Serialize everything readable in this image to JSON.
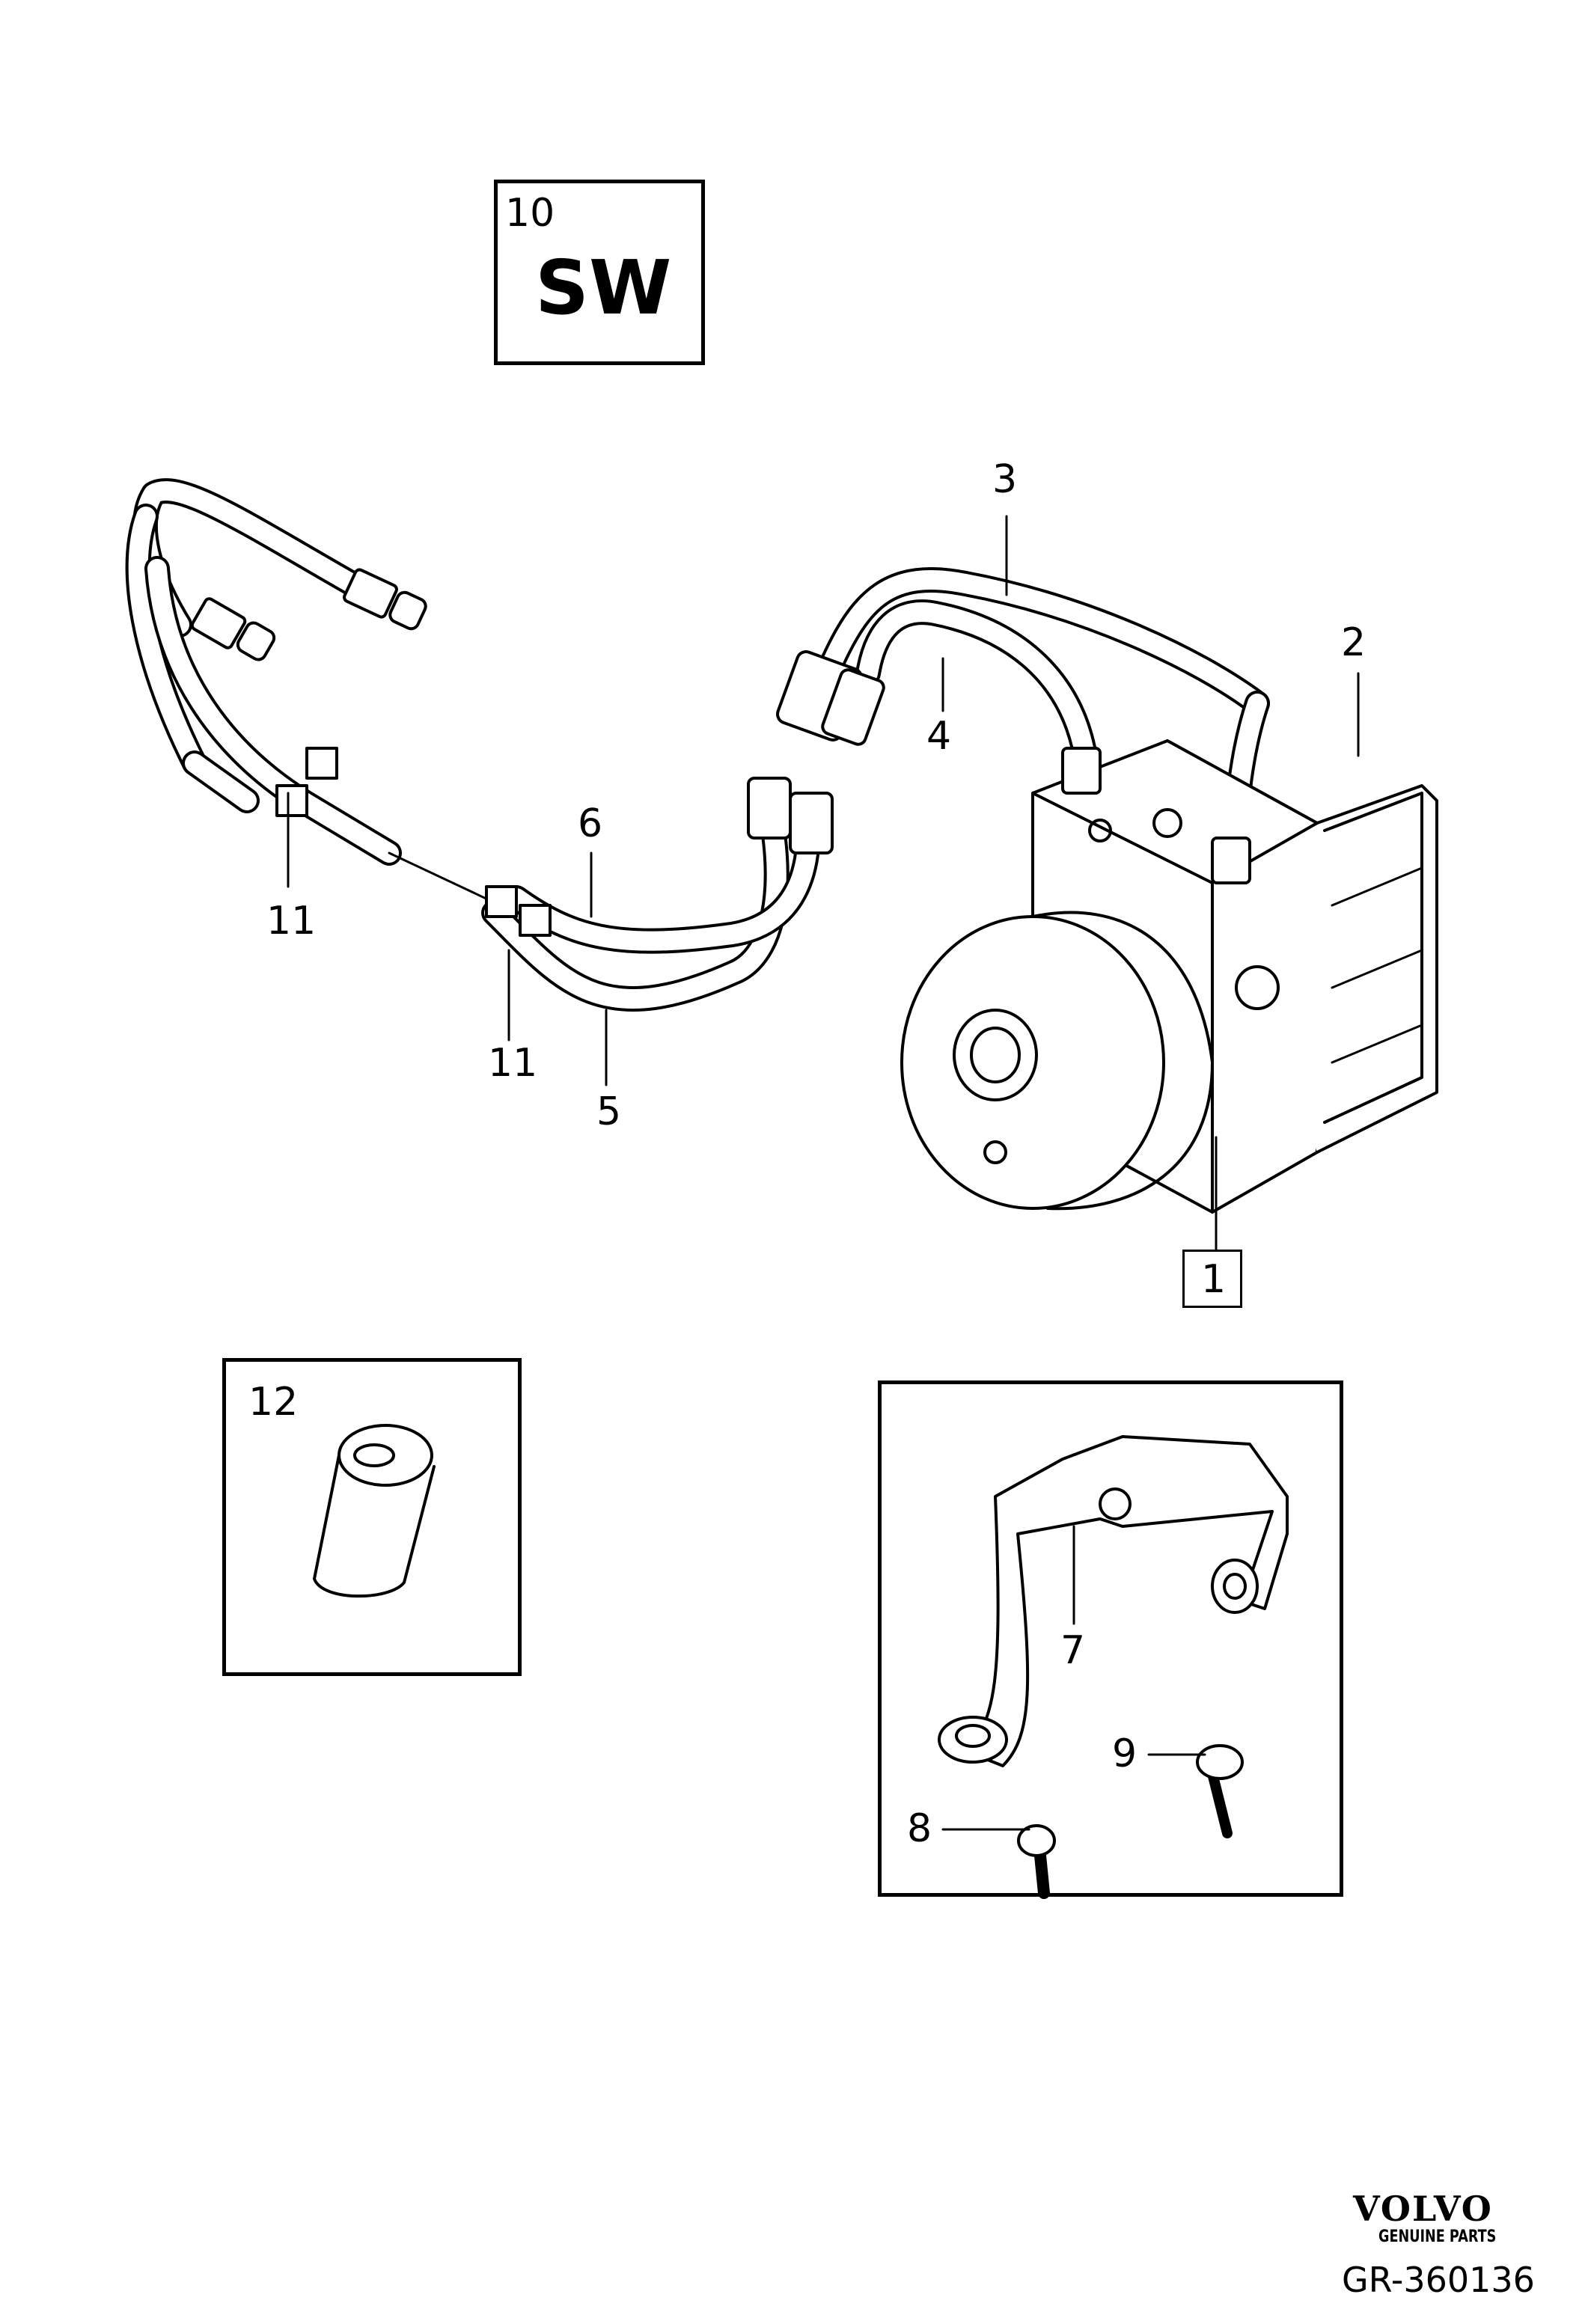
{
  "callouts": {
    "c1": "1",
    "c2": "2",
    "c3": "3",
    "c4": "4",
    "c5": "5",
    "c6": "6",
    "c7": "7",
    "c8": "8",
    "c9": "9",
    "c10": "10",
    "c11a": "11",
    "c11b": "11",
    "c12": "12"
  },
  "software_box": {
    "number": "10",
    "text": "SW"
  },
  "sleeve_box": {
    "number": "12"
  },
  "footer": {
    "brand": "VOLVO",
    "tagline": "GENUINE PARTS",
    "ref": "GR-360136"
  }
}
